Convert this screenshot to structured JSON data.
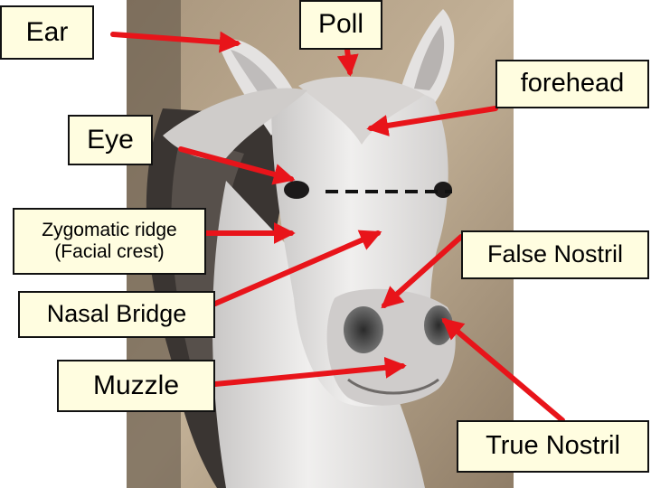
{
  "labels": {
    "ear": "Ear",
    "poll": "Poll",
    "forehead": "forehead",
    "eye": "Eye",
    "zygomatic_ridge": "Zygomatic ridge",
    "facial_crest": "(Facial crest)",
    "false_nostril": "False Nostril",
    "nasal_bridge": "Nasal Bridge",
    "muzzle": "Muzzle",
    "true_nostril": "True Nostril"
  },
  "colors": {
    "label_background": "#fffde0",
    "arrow": "#e8141a",
    "horse_coat": "#e6e4e4",
    "background_wall": "#b5a28a"
  }
}
